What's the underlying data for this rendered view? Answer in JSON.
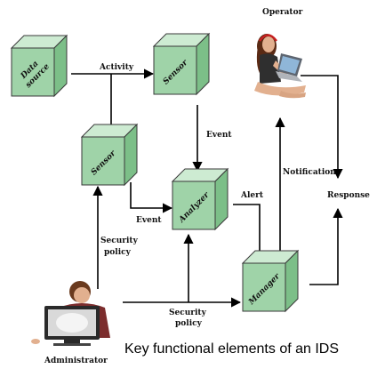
{
  "diagram": {
    "nodes": {
      "data_source": [
        "Data",
        "source"
      ],
      "sensor_top": "Sensor",
      "sensor_left": "Sensor",
      "analyzer": "Analyzer",
      "manager": "Manager"
    },
    "actors": {
      "operator": "Operator",
      "administrator": "Administrator"
    },
    "edges": {
      "activity": "Activity",
      "event_top": "Event",
      "event_left": "Event",
      "alert": "Alert",
      "notification": "Notification",
      "response": "Response",
      "security_policy_left": [
        "Security",
        "policy"
      ],
      "security_policy_bottom": [
        "Security",
        "policy"
      ]
    },
    "caption": "Key functional elements of an IDS"
  },
  "colors": {
    "cube_front": "#9fd3a8",
    "cube_top": "#cdebd2",
    "cube_side": "#7cbf88",
    "arrow": "#000000"
  }
}
